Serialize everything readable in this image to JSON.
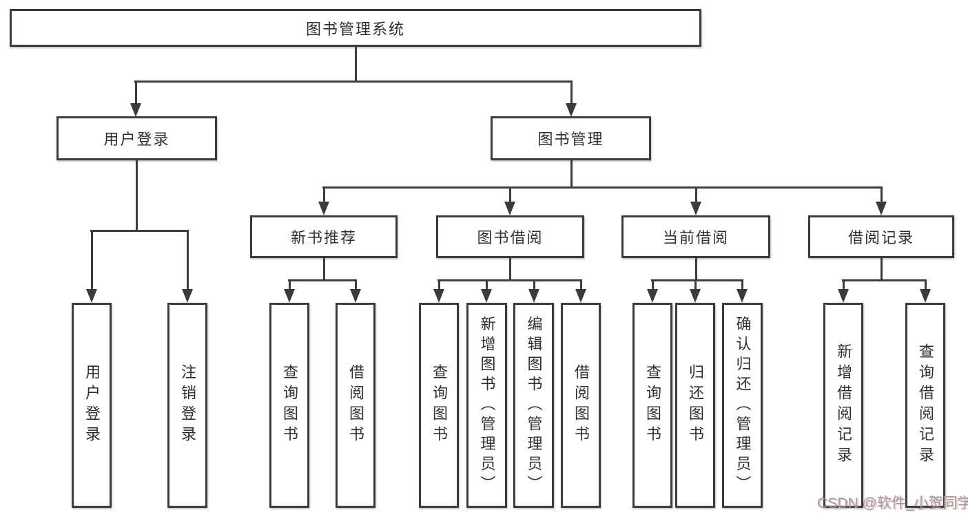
{
  "tree": {
    "root": {
      "label": "图书管理系统",
      "children": [
        {
          "label": "用户登录",
          "children": [
            {
              "label": "用户登录"
            },
            {
              "label": "注销登录"
            }
          ]
        },
        {
          "label": "图书管理",
          "children": [
            {
              "label": "新书推荐",
              "children": [
                {
                  "label": "查询图书"
                },
                {
                  "label": "借阅图书"
                }
              ]
            },
            {
              "label": "图书借阅",
              "children": [
                {
                  "label": "查询图书"
                },
                {
                  "label": "新增图书（管理员）"
                },
                {
                  "label": "编辑图书（管理员）"
                },
                {
                  "label": "借阅图书"
                }
              ]
            },
            {
              "label": "当前借阅",
              "children": [
                {
                  "label": "查询图书"
                },
                {
                  "label": "归还图书"
                },
                {
                  "label": "确认归还（管理员）"
                }
              ]
            },
            {
              "label": "借阅记录",
              "children": [
                {
                  "label": "新增借阅记录"
                },
                {
                  "label": "查询借阅记录"
                }
              ]
            }
          ]
        }
      ]
    }
  },
  "watermark": "CSDN @软件_小贺同学",
  "colors": {
    "line": "#3b3b3b",
    "text": "#2f2f2f",
    "background": "#ffffff",
    "watermark": "#9c9c9c"
  }
}
